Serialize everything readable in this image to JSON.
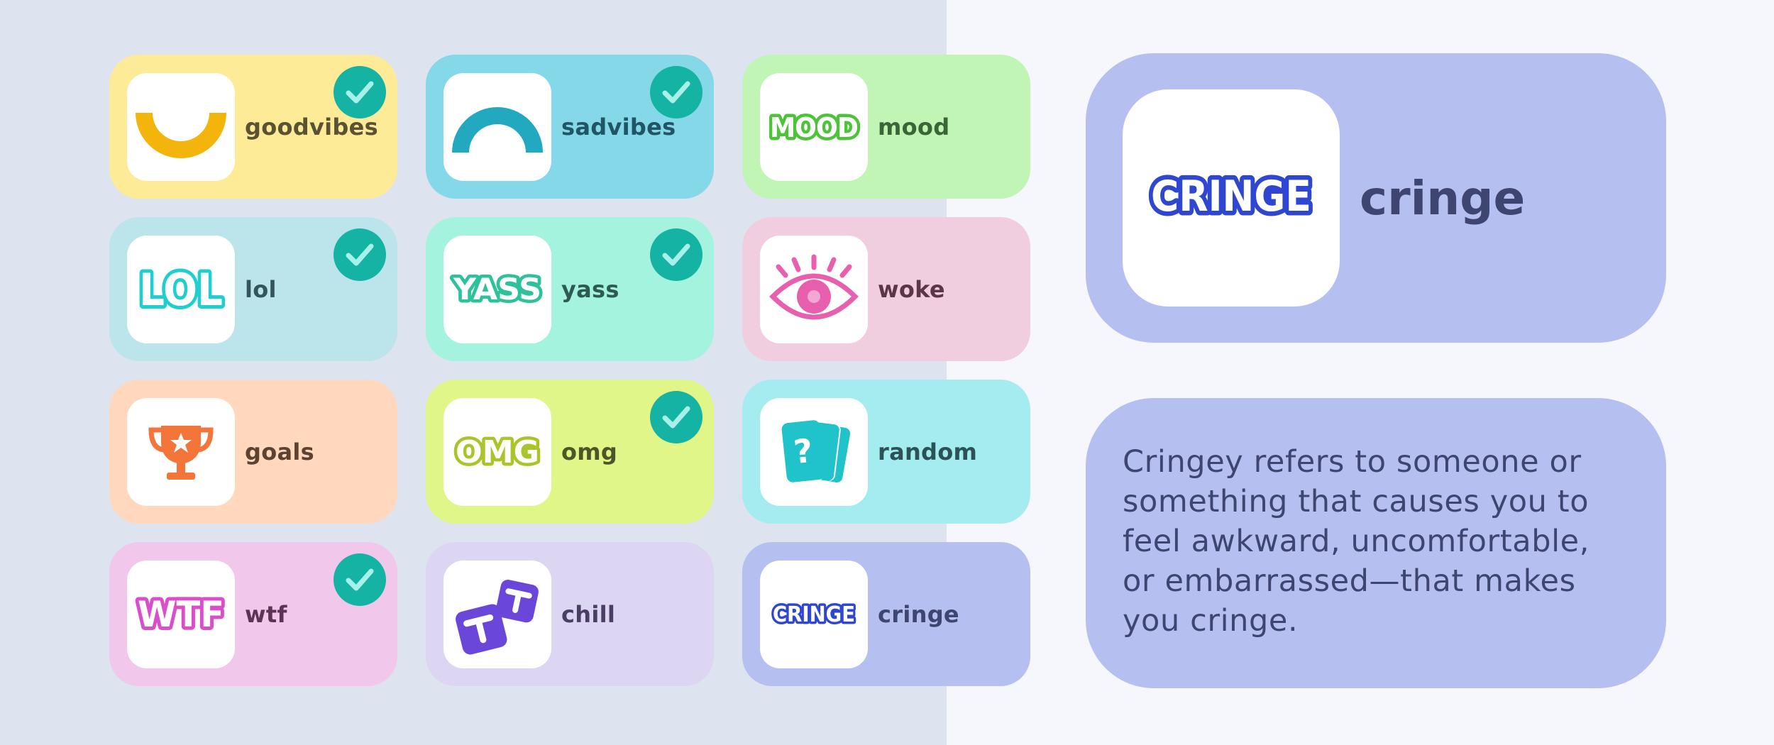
{
  "mood_cards": [
    {
      "id": "goodvibes",
      "label": "goodvibes",
      "icon": "smile-arc-icon",
      "bg": "#feeb97",
      "label_color": "#5a5232",
      "selected": true
    },
    {
      "id": "sadvibes",
      "label": "sadvibes",
      "icon": "frown-arc-icon",
      "bg": "#85d8e8",
      "label_color": "#1f5565",
      "selected": true
    },
    {
      "id": "mood",
      "label": "mood",
      "icon": "mood-wordmark-icon",
      "bg": "#c1f5b5",
      "label_color": "#3a6536",
      "selected": false
    },
    {
      "id": "lol",
      "label": "lol",
      "icon": "lol-wordmark-icon",
      "bg": "#bce4eb",
      "label_color": "#34555c",
      "selected": true
    },
    {
      "id": "yass",
      "label": "yass",
      "icon": "yass-wordmark-icon",
      "bg": "#a3f3df",
      "label_color": "#2d5a52",
      "selected": true
    },
    {
      "id": "woke",
      "label": "woke",
      "icon": "eye-icon",
      "bg": "#f1cde0",
      "label_color": "#5d3549",
      "selected": false
    },
    {
      "id": "goals",
      "label": "goals",
      "icon": "trophy-icon",
      "bg": "#ffd8bd",
      "label_color": "#5e4231",
      "selected": false
    },
    {
      "id": "omg",
      "label": "omg",
      "icon": "omg-wordmark-icon",
      "bg": "#e1f688",
      "label_color": "#4d5629",
      "selected": true
    },
    {
      "id": "random",
      "label": "random",
      "icon": "cards-question-icon",
      "bg": "#a5ecf0",
      "label_color": "#2a5258",
      "selected": false
    },
    {
      "id": "wtf",
      "label": "wtf",
      "icon": "wtf-wordmark-icon",
      "bg": "#f2c7ec",
      "label_color": "#5d3356",
      "selected": true
    },
    {
      "id": "chill",
      "label": "chill",
      "icon": "ice-cubes-icon",
      "bg": "#ddd6f3",
      "label_color": "#4a3e63",
      "selected": false
    },
    {
      "id": "cringe",
      "label": "cringe",
      "icon": "cringe-wordmark-icon",
      "bg": "#b6c0f0",
      "label_color": "#3e4570",
      "selected": false
    }
  ],
  "check_icon": "checkmark-icon",
  "colors": {
    "check_badge": "#14b3a4",
    "left_panel_bg": "#dde3ef",
    "detail_bg": "#b6c0f0",
    "detail_text": "#3e4570"
  },
  "detail": {
    "icon": "cringe-wordmark-icon",
    "wordmark": "CRINGE",
    "title": "cringe",
    "description": "Cringey refers to someone or something that causes you to feel awkward, uncomfortable, or embarrassed—that makes you cringe."
  },
  "wordmarks": {
    "mood": "MOOD",
    "lol": "LOL",
    "yass": "YASS",
    "omg": "OMG",
    "wtf": "WTF",
    "cringe": "CRINGE"
  }
}
